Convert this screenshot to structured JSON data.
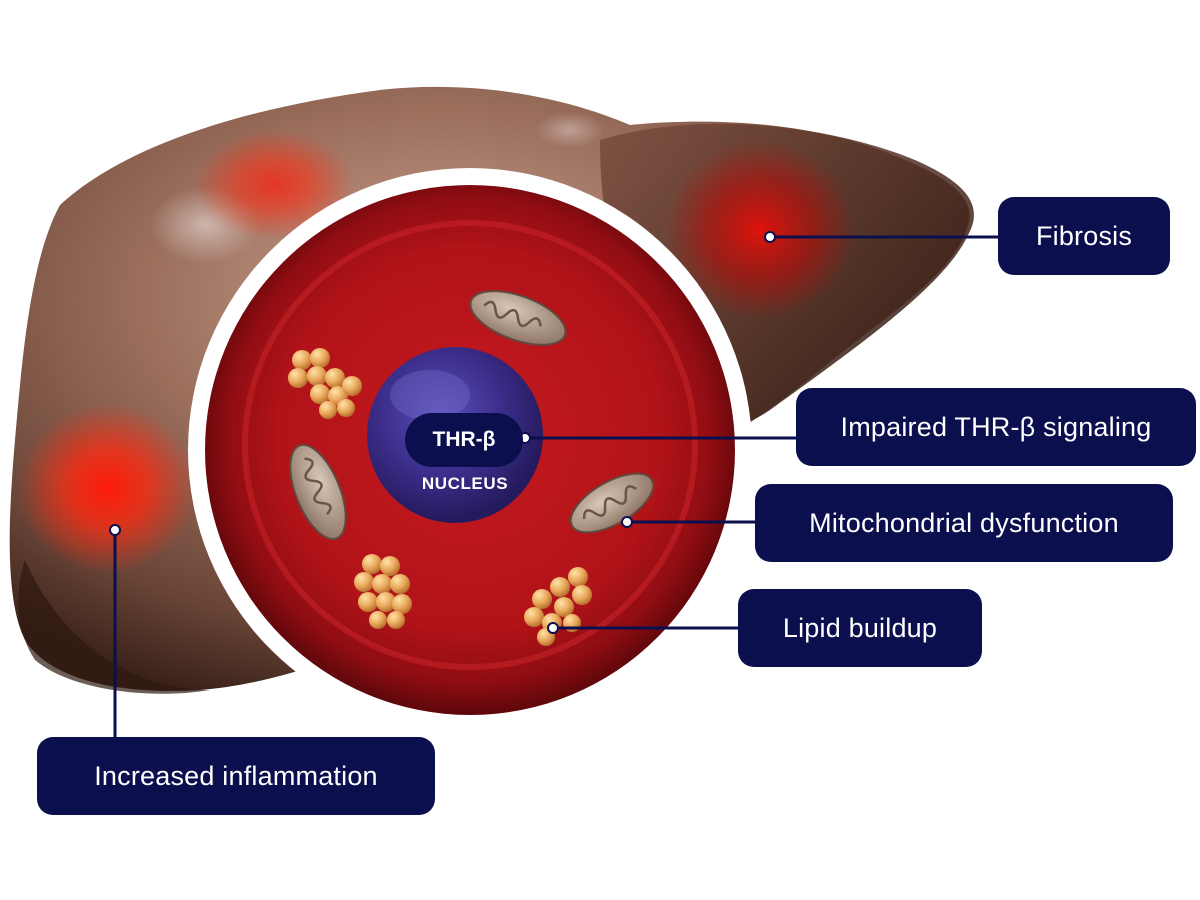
{
  "callouts": {
    "fibrosis": "Fibrosis",
    "thr_signaling": "Impaired THR-β signaling",
    "mitochondrial": "Mitochondrial dysfunction",
    "lipid": "Lipid buildup",
    "inflammation": "Increased inflammation"
  },
  "nucleus": {
    "receptor_label": "THR-β",
    "label": "NUCLEUS"
  },
  "colors": {
    "callout_bg": "#0b0f4e",
    "callout_text": "#ffffff",
    "cell_red": "#b5151a",
    "nucleus_blue": "#3a2f86",
    "liver_brown": "#6b4436",
    "inflammation_red": "#ff1a0a"
  },
  "icons": [
    "mitochondrion-icon",
    "lipid-droplet-cluster-icon",
    "nucleus-icon"
  ]
}
